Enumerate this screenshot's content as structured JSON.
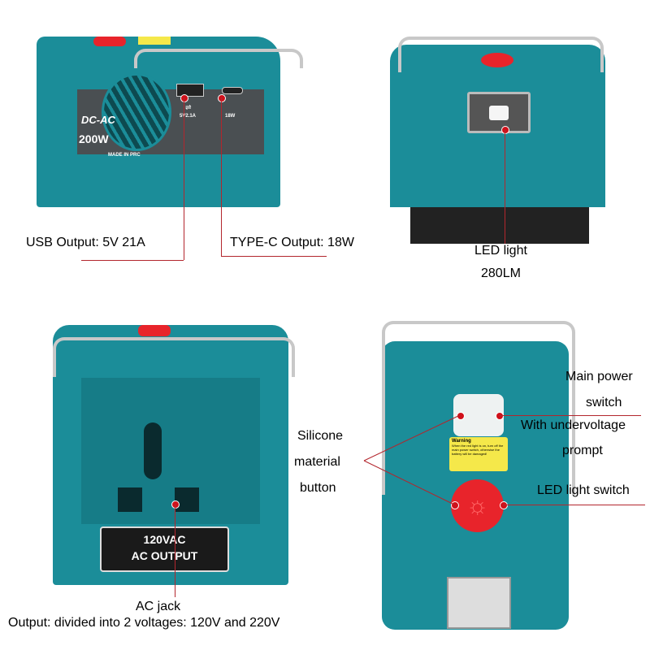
{
  "product_text": {
    "model": "DC-AC",
    "power": "200W",
    "origin": "MADE IN PRC",
    "usb_port": "5V2.1A",
    "typec_port": "18W",
    "socket_label_1": "120VAC",
    "socket_label_2": "AC OUTPUT"
  },
  "warning": {
    "title": "Warning",
    "body": "When the red light is on, turn off the main power switch, otherwise the battery will be damaged!"
  },
  "callouts": {
    "usb": "USB Output: 5V 21A",
    "typec": "TYPE-C Output: 18W",
    "led_1": "LED light",
    "led_2": "280LM",
    "silicone_1": "Silicone",
    "silicone_2": "material",
    "silicone_3": "button",
    "main_power_1": "Main power",
    "main_power_2": "switch",
    "undervoltage_1": "With undervoltage",
    "undervoltage_2": "prompt",
    "led_switch": "LED light switch",
    "ac_jack": "AC jack",
    "ac_output": "Output: divided into 2 voltages: 120V and 220V"
  },
  "colors": {
    "body": "#1b8d99",
    "accent_line": "#b3262d",
    "button_red": "#e8242b",
    "label_yellow": "#f5e84a"
  }
}
